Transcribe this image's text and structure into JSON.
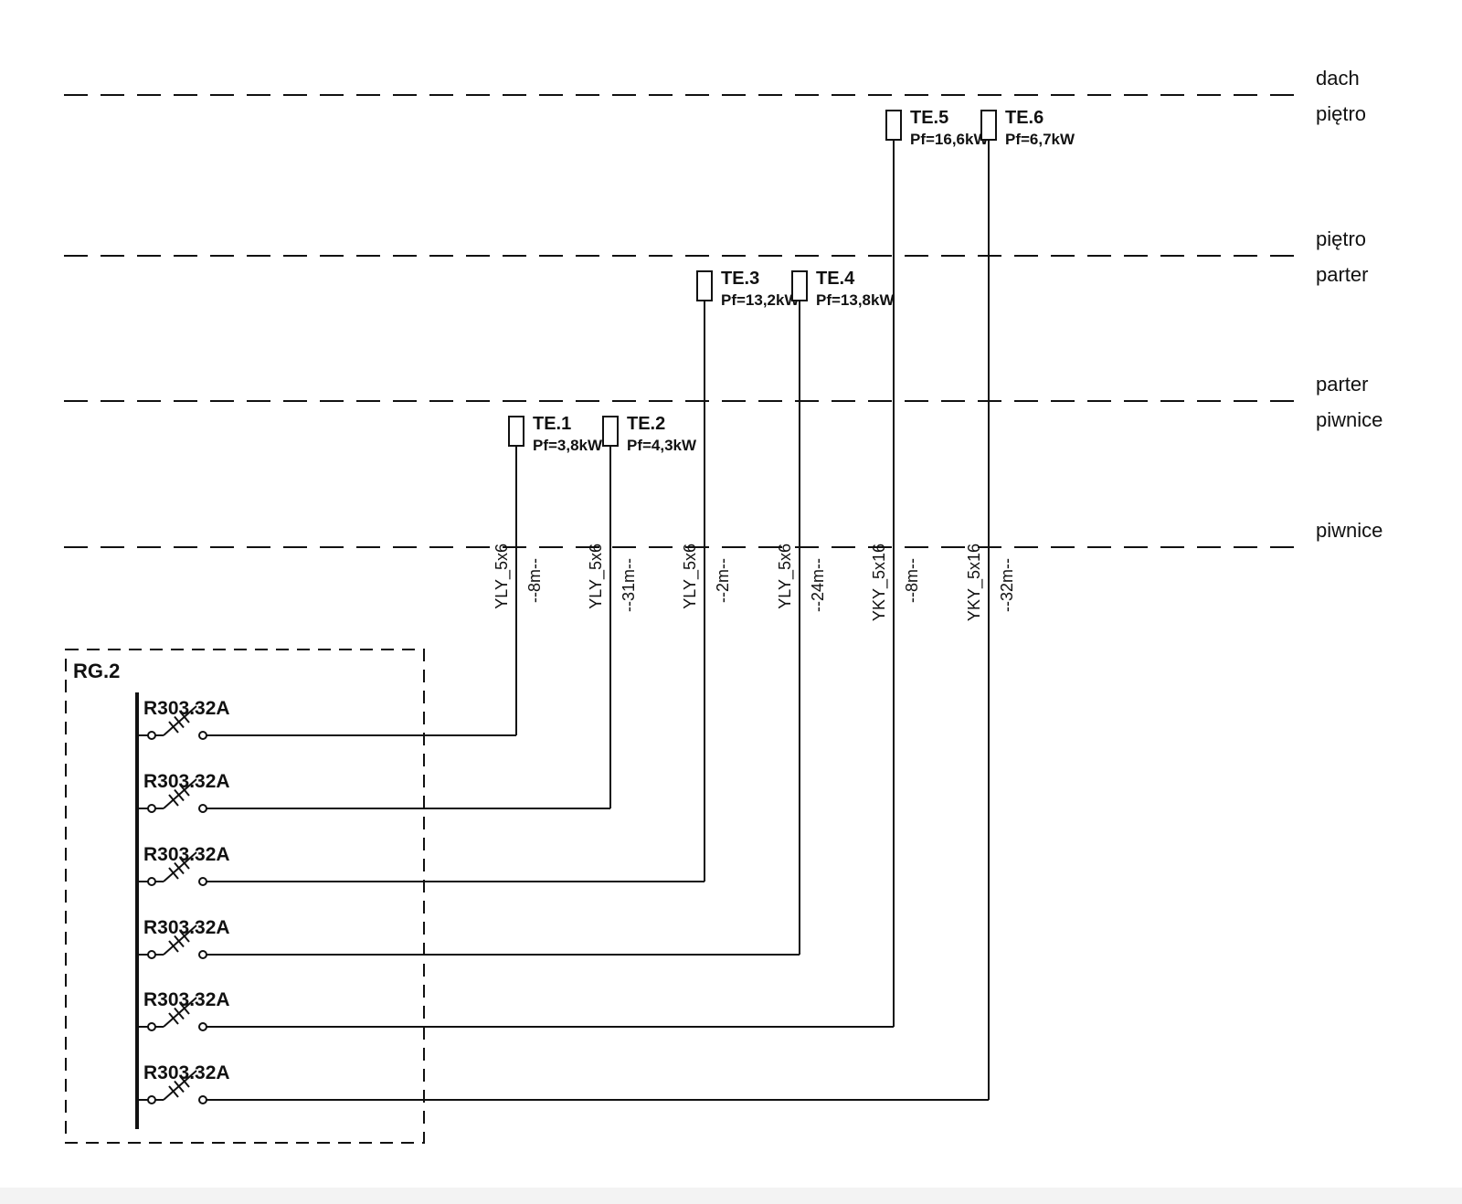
{
  "floor_lines": [
    {
      "upper": "dach",
      "lower": "piętro"
    },
    {
      "upper": "piętro",
      "lower": "parter"
    },
    {
      "upper": "parter",
      "lower": "piwnice"
    },
    {
      "upper": "piwnice",
      "lower": ""
    }
  ],
  "board": {
    "name": "RG.2"
  },
  "circuits": [
    {
      "breaker": "R303.32A",
      "te_name": "TE.1",
      "te_power": "Pf=3,8kW",
      "cable_type": "YLY_5x6",
      "cable_length": "--8m--",
      "floor": 2
    },
    {
      "breaker": "R303.32A",
      "te_name": "TE.2",
      "te_power": "Pf=4,3kW",
      "cable_type": "YLY_5x6",
      "cable_length": "--31m--",
      "floor": 2
    },
    {
      "breaker": "R303.32A",
      "te_name": "TE.3",
      "te_power": "Pf=13,2kW",
      "cable_type": "YLY_5x6",
      "cable_length": "--2m--",
      "floor": 1
    },
    {
      "breaker": "R303.32A",
      "te_name": "TE.4",
      "te_power": "Pf=13,8kW",
      "cable_type": "YLY_5x6",
      "cable_length": "--24m--",
      "floor": 1
    },
    {
      "breaker": "R303.32A",
      "te_name": "TE.5",
      "te_power": "Pf=16,6kW",
      "cable_type": "YKY_5x16",
      "cable_length": "--8m--",
      "floor": 0
    },
    {
      "breaker": "R303.32A",
      "te_name": "TE.6",
      "te_power": "Pf=6,7kW",
      "cable_type": "YKY_5x16",
      "cable_length": "--32m--",
      "floor": 0
    }
  ]
}
